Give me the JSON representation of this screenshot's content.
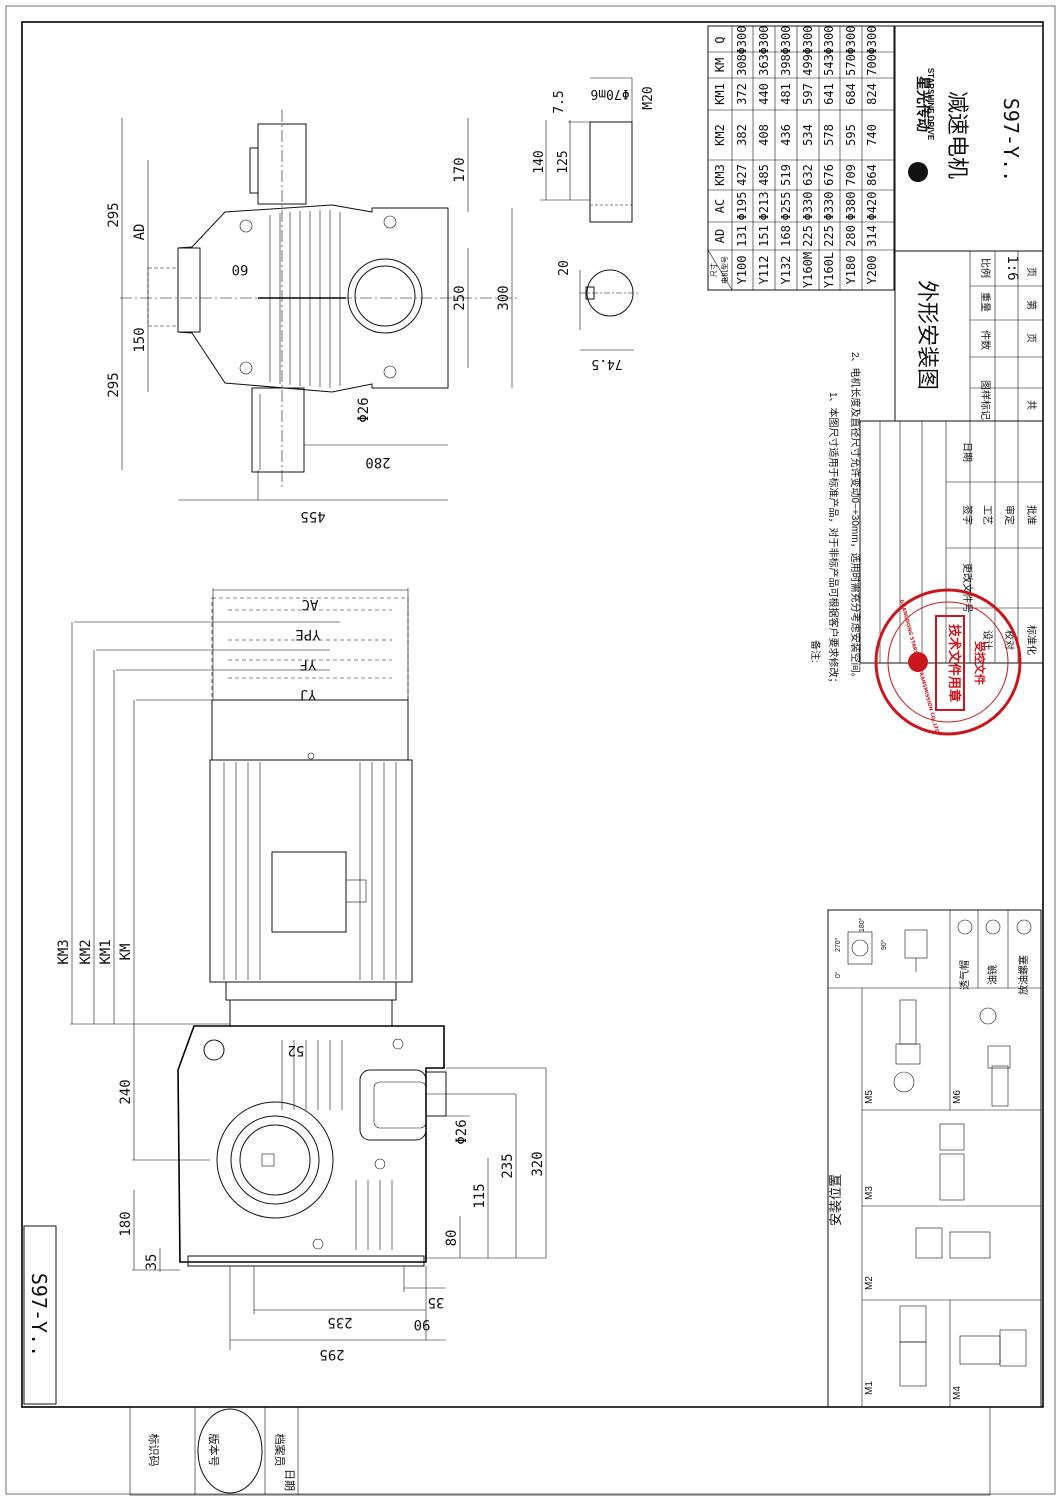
{
  "company": {
    "brand_cn": "星光传动",
    "brand_en": "STARSHINE DRIVE"
  },
  "drawing": {
    "product_name": "减速电机",
    "model": "S97-Y..",
    "model_rotated_box": "S97-Y..",
    "title": "外形安装图",
    "scale": "1:6"
  },
  "param_table": {
    "corner_top": "尺寸",
    "corner_bottom": "电机型号",
    "headers": [
      "Q",
      "KM",
      "KM1",
      "KM2",
      "KM3",
      "AC",
      "AD"
    ],
    "rows": [
      {
        "motor": "Y100",
        "values": [
          "Φ300",
          "308",
          "372",
          "382",
          "427",
          "Φ195",
          "131"
        ]
      },
      {
        "motor": "Y112",
        "values": [
          "Φ300",
          "363",
          "440",
          "408",
          "485",
          "Φ213",
          "151"
        ]
      },
      {
        "motor": "Y132",
        "values": [
          "Φ300",
          "398",
          "481",
          "436",
          "519",
          "Φ255",
          "168"
        ]
      },
      {
        "motor": "Y160M",
        "values": [
          "Φ300",
          "499",
          "597",
          "534",
          "632",
          "Φ330",
          "225"
        ]
      },
      {
        "motor": "Y160L",
        "values": [
          "Φ300",
          "543",
          "641",
          "578",
          "676",
          "Φ330",
          "225"
        ]
      },
      {
        "motor": "Y180",
        "values": [
          "Φ300",
          "570",
          "684",
          "595",
          "709",
          "Φ380",
          "280"
        ]
      },
      {
        "motor": "Y200",
        "values": [
          "Φ300",
          "700",
          "824",
          "740",
          "864",
          "Φ420",
          "314"
        ]
      }
    ]
  },
  "title_block": {
    "cells": [
      "图样标记",
      "件数",
      "重量",
      "比例",
      "共",
      "页",
      "第",
      "页"
    ],
    "approval": [
      "更改文件号",
      "签字",
      "日期",
      "设计",
      "工艺",
      "校对",
      "审定",
      "标准化",
      "批准"
    ]
  },
  "notes": {
    "heading": "备注:",
    "items": [
      "1、本图尺寸适用于标准产品，对于非标产品可根据客户要求修改；",
      "2、电机长度及直径尺寸允许变动0~+30mm，选用时需充分考虑安装空间。"
    ]
  },
  "stamp": {
    "main": "技术文件用章",
    "sub": "受控文件",
    "ring": "GUANGDONG STARSHINE TRANSMISSION CO.,LTD"
  },
  "mounting": {
    "title": "安装位置",
    "positions": [
      "M1",
      "M2",
      "M3",
      "M4",
      "M5",
      "M6"
    ],
    "legend": [
      "透气帽",
      "油镜",
      "放油螺塞"
    ],
    "angles": [
      "0°",
      "90°",
      "180°",
      "270°"
    ]
  },
  "top_view_dims": {
    "d295a": "295",
    "dAD": "AD",
    "d150": "150",
    "d295b": "295",
    "d60": "60",
    "d170": "170",
    "d250": "250",
    "d300": "300",
    "d26": "Φ26",
    "d280": "280",
    "d455": "455"
  },
  "shaft_detail": {
    "d75": "7.5",
    "d140": "140",
    "d125": "125",
    "d70": "Φ70m6",
    "m20": "M20",
    "d20": "20",
    "d745": "74.5"
  },
  "side_view_dims": {
    "ac": "AC",
    "ype": "YPE",
    "yf": "YF",
    "yj": "YJ",
    "km3": "KM3",
    "km2": "KM2",
    "km1": "KM1",
    "km": "KM",
    "d52": "52",
    "d240": "240",
    "d26": "Φ26",
    "d235a": "235",
    "d320": "320",
    "d115": "115",
    "d180": "180",
    "d80": "80",
    "d35": "35",
    "d35b": "35",
    "d235b": "235",
    "d90": "90",
    "d295": "295"
  },
  "side_strip": [
    "标识码",
    "版本号",
    "档案员",
    "日期"
  ]
}
